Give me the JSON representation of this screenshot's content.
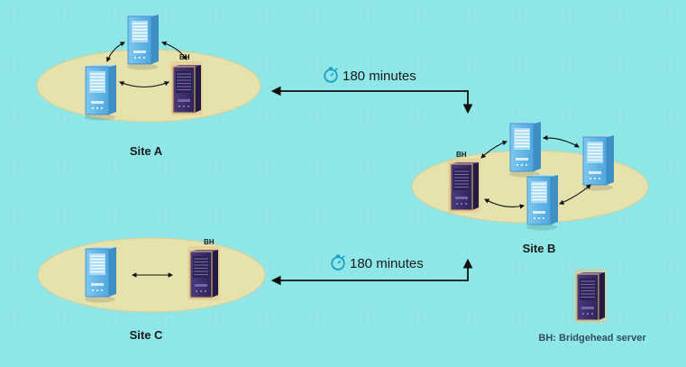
{
  "sites": {
    "a": {
      "label": "Site A"
    },
    "b": {
      "label": "Site B"
    },
    "c": {
      "label": "Site C"
    }
  },
  "links": {
    "ab": {
      "interval": "180 minutes"
    },
    "cb": {
      "interval": "180 minutes"
    }
  },
  "bh_tag": "BH",
  "legend": {
    "text": "BH: Bridgehead server"
  },
  "colors": {
    "background": "#8fe6e6",
    "site_ellipse": "#e6e2ae",
    "server_blue": "#5eb3e6",
    "bridgehead_purple": "#3e2e6b",
    "bridgehead_glow": "#e8c58a",
    "clock": "#1a9fc7"
  }
}
